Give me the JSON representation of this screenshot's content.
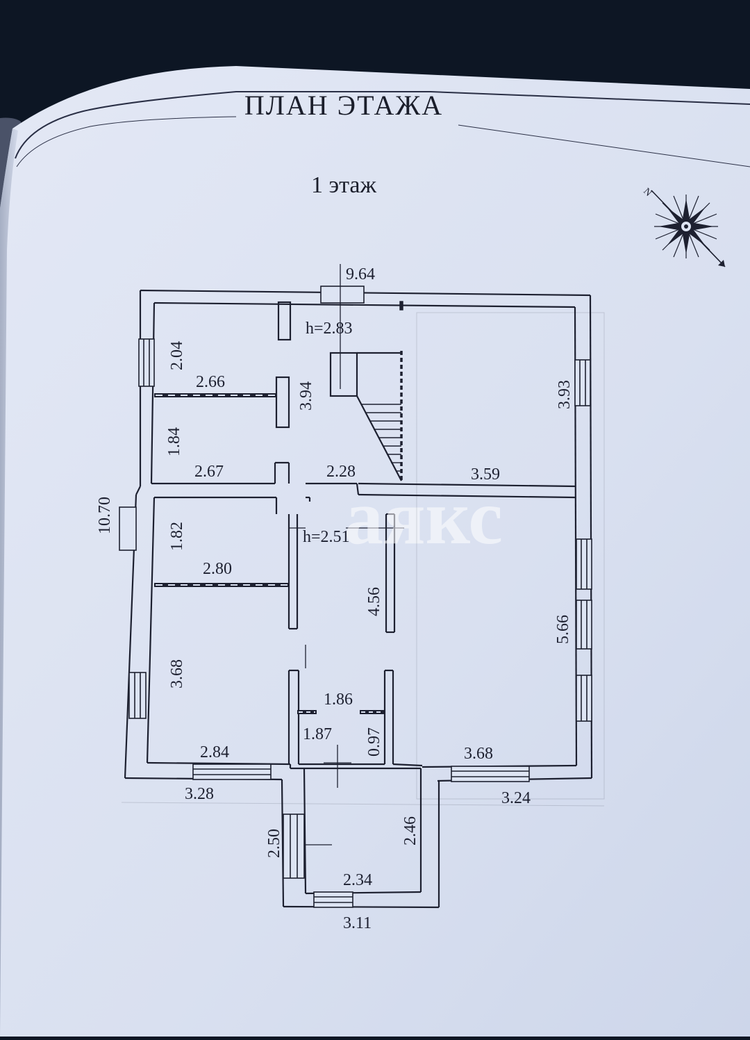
{
  "document": {
    "title": "ПЛАН ЭТАЖА",
    "subtitle": "1 этаж",
    "watermark": "аякс"
  },
  "compass": {
    "north_label": "N",
    "icon": "compass-rose-icon"
  },
  "plan": {
    "overall_width": "9.64",
    "overall_length": "10.70",
    "ceiling_height_top": "h=2.83",
    "ceiling_height_bottom": "h=2.51",
    "dimensions": {
      "d_2_04": "2.04",
      "d_2_66": "2.66",
      "d_3_94": "3.94",
      "d_1_84": "1.84",
      "d_2_67": "2.67",
      "d_2_28": "2.28",
      "d_3_59": "3.59",
      "d_3_93": "3.93",
      "d_1_82": "1.82",
      "d_2_80": "2.80",
      "d_4_56": "4.56",
      "d_5_66": "5.66",
      "d_3_68_left": "3.68",
      "d_1_86": "1.86",
      "d_1_87": "1.87",
      "d_0_97": "0.97",
      "d_2_84": "2.84",
      "d_3_68_right": "3.68",
      "d_3_28": "3.28",
      "d_3_24": "3.24",
      "d_2_50": "2.50",
      "d_2_46": "2.46",
      "d_2_34": "2.34",
      "d_3_11": "3.11"
    }
  },
  "colors": {
    "paper": "#dde4f3",
    "ink": "#1d2030",
    "background": "#0d1624"
  }
}
